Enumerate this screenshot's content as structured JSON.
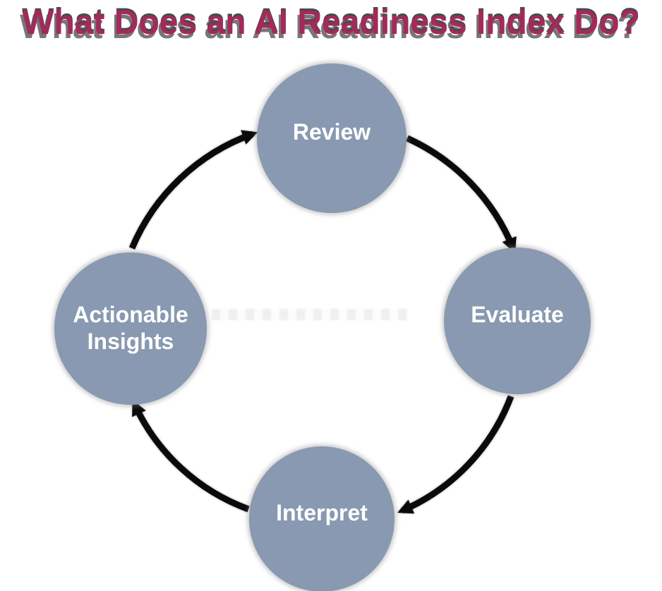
{
  "title": {
    "text": "What Does an AI Readiness Index Do?"
  },
  "colors": {
    "title_color": "#A32A5A",
    "title_shadow": "#4A4A4A",
    "node_fill": "#8899B1",
    "node_text": "#FFFFFF",
    "arrow": "#0A0A0A",
    "background": "#FFFFFF"
  },
  "cycle": {
    "type": "circular-process",
    "direction": "clockwise",
    "nodes": [
      {
        "id": "review",
        "label": "Review",
        "position": "top"
      },
      {
        "id": "evaluate",
        "label": "Evaluate",
        "position": "right"
      },
      {
        "id": "interpret",
        "label": "Interpret",
        "position": "bottom"
      },
      {
        "id": "actionable-insights",
        "label": "Actionable\nInsights",
        "position": "left"
      }
    ],
    "edges": [
      {
        "from": "review",
        "to": "evaluate"
      },
      {
        "from": "evaluate",
        "to": "interpret"
      },
      {
        "from": "interpret",
        "to": "actionable-insights"
      },
      {
        "from": "actionable-insights",
        "to": "review"
      }
    ]
  }
}
